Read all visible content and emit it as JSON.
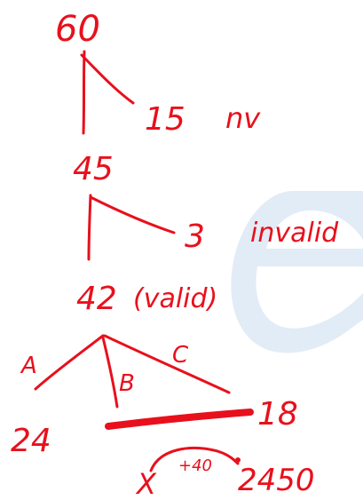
{
  "colors": {
    "ink": "#e8101c",
    "watermark": "#dde9f5",
    "background": "#ffffff"
  },
  "watermark": {
    "icon": "letter-e-logo"
  },
  "tree": {
    "root": {
      "value": "60"
    },
    "level1": {
      "removed": "15",
      "removed_note": "nv",
      "remaining": "45"
    },
    "level2": {
      "removed": "3",
      "removed_note": "invalid",
      "remaining": "42",
      "remaining_note": "(valid)"
    },
    "branches": {
      "a_label": "A",
      "b_label": "B",
      "c_label": "C",
      "a_value": "24",
      "c_value": "18"
    },
    "bottom": {
      "cross": "X",
      "arc_label": "+40",
      "result": "2450"
    }
  }
}
